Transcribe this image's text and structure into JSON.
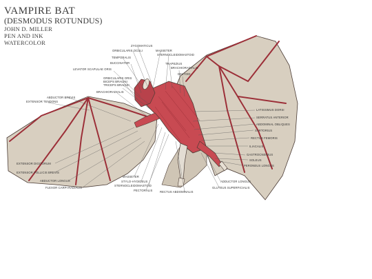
{
  "title": {
    "main": "VAMPIRE BAT",
    "scientific": "(DESMODUS ROTUNDUS)",
    "author": "JOHN D. MILLER",
    "medium1": "PEN AND INK",
    "medium2": "WATERCOLOR"
  },
  "labels": {
    "zygomaticus": "ZYGOMATICUS",
    "orbicularis_oculi": "ORBICULARIS OCULI",
    "masseter": "MASSETER",
    "temporalis": "TEMPORALIS",
    "buccinator": "BUCCINATOR",
    "sternocleidomastoid_top": "STERNOCLEIDOMASTOID",
    "trapezius": "TRAPEZIUS",
    "levator_scapulae": "LEVATOR SCAPULAE ORIS",
    "brachioradialis_top": "BRACHIORADIALIS",
    "deltoid": "DELTOID",
    "orbicularis_oris": "ORBICULARIS ORIS",
    "biceps_brachii": "BICEPS BRACHII",
    "triceps_brachii": "TRICEPS BRACHII",
    "brachioradialis": "BRACHIORADIALIS",
    "abductor_brevis": "ABDUCTOR BREVIS",
    "extensor_tendons": "EXTENSOR TENDONS",
    "latissimus_dorsi": "LATISSIMUS DORSI",
    "serratus_anterior": "SERRATUS ANTERIOR",
    "abdominal_obliques": "ABDOMINAL OBLIQUES",
    "sartorius": "SARTORIUS",
    "rectus_femoris": "RECTUS FEMORIS",
    "iliacalis": "ILIACALIS",
    "gastrocnemius": "GASTROCNEMIUS",
    "soleus": "SOLEUS",
    "peroneus_longus": "PERONEUS LONGUS",
    "extensor_digitorum": "EXTENSOR DIGITORUM",
    "extensor_pollicis_brevis": "EXTENSOR POLLICIS BREVIS",
    "abductor_longus": "ABDUCTOR LONGUS",
    "flexor_carpi_radialis": "FLEXOR CARPI RADIALIS",
    "masseter_low": "MASSETER",
    "stylo_hyoideus": "STYLO-HYOIDEUS",
    "sternocleidomastoid_low": "STERNOCLEIDOMASTOID",
    "pectoralis": "PECTORALIS",
    "rectus_abdominalis": "RECTUS ABDOMINALIS",
    "adductor_longus": "ADDUCTOR LONGUS",
    "gluteus_superficialis": "GLUTEUS SUPERFICIALIS"
  },
  "colors": {
    "membrane": "#d8cfc0",
    "membrane_dark": "#bfb2a0",
    "bone": "#f2ece4",
    "muscle": "#c84a52",
    "muscle_dark": "#9c2f38",
    "outline": "#4a3b34"
  }
}
